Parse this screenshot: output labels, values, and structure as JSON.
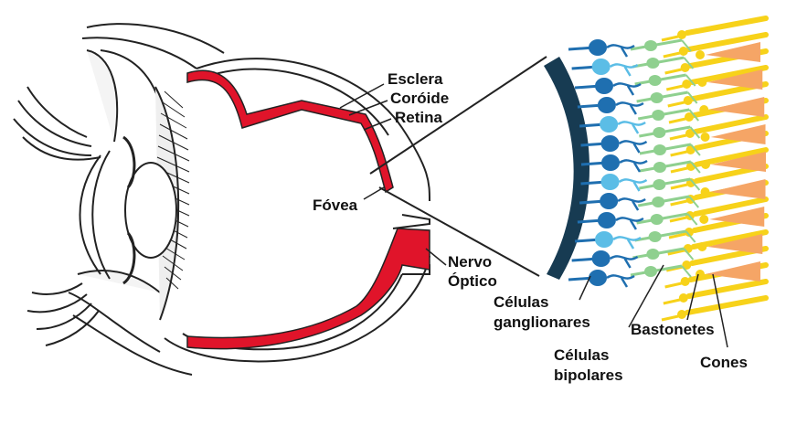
{
  "labels": {
    "esclera": "Esclera",
    "coroide": "Coróide",
    "retina": "Retina",
    "fovea": "Fóvea",
    "nervo_line1": "Nervo",
    "nervo_line2": "Óptico",
    "ganglionares_line1": "Células",
    "ganglionares_line2": "ganglionares",
    "bipolares_line1": "Células",
    "bipolares_line2": "bipolares",
    "bastonetes": "Bastonetes",
    "cones": "Cones"
  },
  "colors": {
    "retina_red": "#e0142a",
    "ganglion_blue": "#1f6fb0",
    "ganglion_light": "#5bbde6",
    "bipolar_green": "#8fd08f",
    "rod_yellow": "#f7d21a",
    "cone_orange": "#f5a566",
    "wall_dark": "#173b52",
    "line": "#222222"
  }
}
